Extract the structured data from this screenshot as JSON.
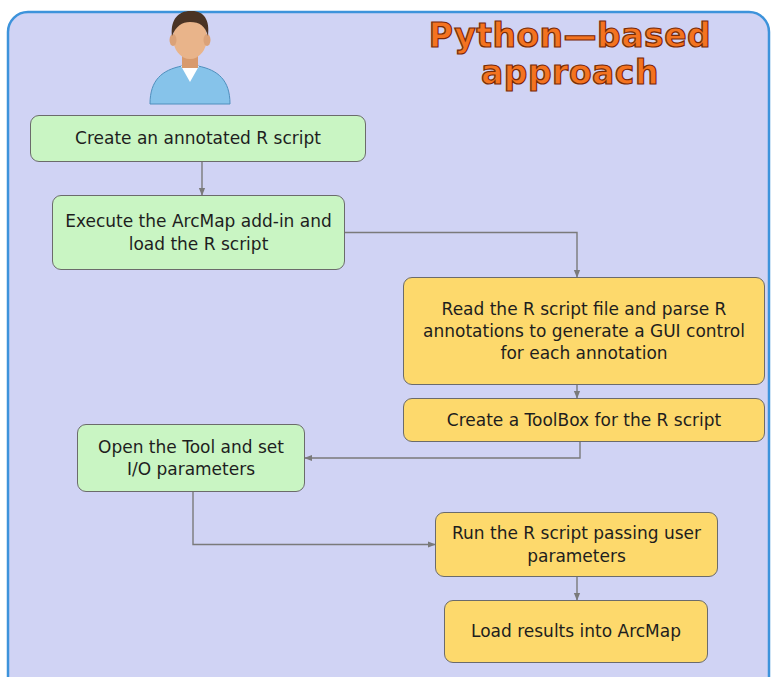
{
  "diagram": {
    "title": "Python—based approach",
    "nodes": [
      {
        "text": [
          "Create an annotated R script"
        ]
      },
      {
        "text": [
          "Execute the ArcMap add-in and load the R script"
        ]
      },
      {
        "text": [
          "Read the R script file and parse R annotations to generate a GUI control for each annotation"
        ]
      },
      {
        "text": [
          "Create a ToolBox for the R script"
        ]
      },
      {
        "text": [
          "Open the Tool and set I/O parameters"
        ]
      },
      {
        "text": [
          "Run the R script passing user parameters"
        ]
      },
      {
        "text": [
          "Load results into ArcMap"
        ]
      }
    ],
    "edges": [
      {
        "from": 0,
        "to": 1,
        "arrow": "to"
      },
      {
        "from": 1,
        "to": 2,
        "arrow": "to"
      },
      {
        "from": 2,
        "to": 3,
        "arrow": "to"
      },
      {
        "from": 3,
        "to": 4,
        "arrow": "to"
      },
      {
        "from": 4,
        "to": 5,
        "arrow": "to"
      },
      {
        "from": 5,
        "to": 6,
        "arrow": "to"
      }
    ]
  }
}
